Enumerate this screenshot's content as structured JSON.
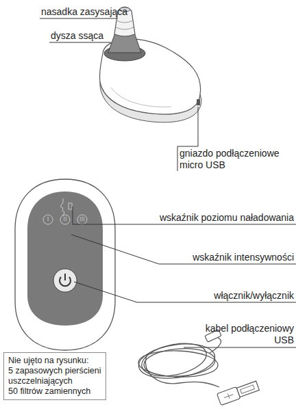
{
  "diagram": {
    "nodes": [
      {
        "text": [
          "Nie ujęto na rysunku:",
          "5 zapasowych pierścieni uszczelniających",
          "50 filtrów zamiennych"
        ]
      }
    ],
    "labels": [
      "nasadka zasysająca",
      "dysza ssąca",
      "gniazdo podłączeniowe micro USB",
      "wskaźnik poziomu naładowania",
      "I",
      "II",
      "III",
      "wskaźnik intensywności",
      "włącznik/wyłącznik",
      "kabel podłączeniowy USB"
    ]
  }
}
